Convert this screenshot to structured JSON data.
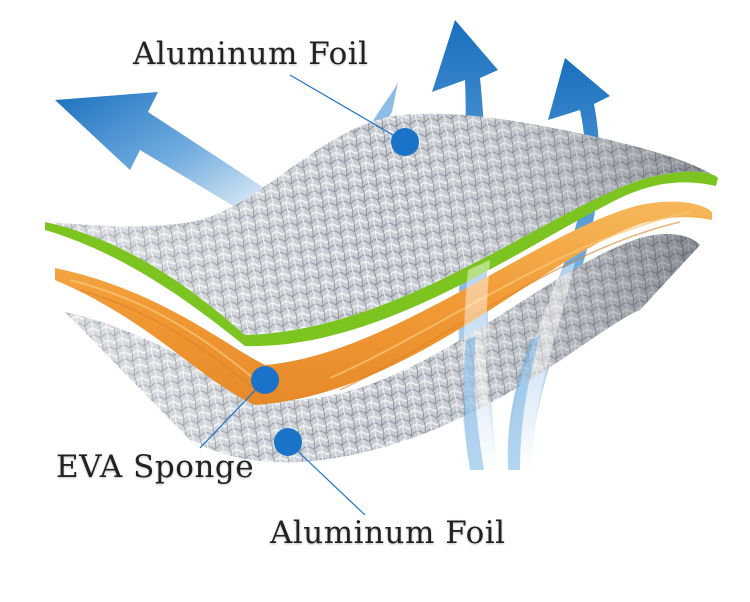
{
  "labels": {
    "top_layer": "Aluminum Foil",
    "middle_layer": "EVA Sponge",
    "bottom_layer": "Aluminum Foil"
  },
  "colors": {
    "marker": "#1a73c9",
    "arrow": "#1d78c6",
    "green_edge": "#7cc520",
    "eva_core": "#f0a23e",
    "foil": "#c9cdd3"
  }
}
